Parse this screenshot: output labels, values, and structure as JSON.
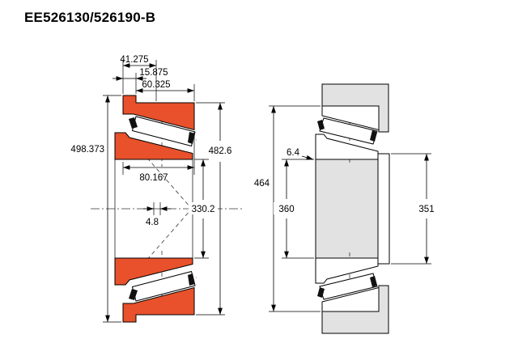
{
  "title": "EE526130/526190-B",
  "colors": {
    "ring": "#e8512b",
    "steel": "#e2e2e2",
    "line": "#000000"
  },
  "left_view": {
    "dims": {
      "cup_width": "41.275",
      "flange_width": "15.875",
      "cone_width": "60.325",
      "flange_od": "498.373",
      "outer_diameter": "482.6",
      "overall_width": "80.167",
      "bore_diameter": "330.2",
      "center_offset": "4.8"
    }
  },
  "right_view": {
    "dims": {
      "fillet_radius": "6.4",
      "housing_shoulder": "464",
      "shaft_shoulder": "360",
      "backing_shoulder": "351"
    }
  }
}
